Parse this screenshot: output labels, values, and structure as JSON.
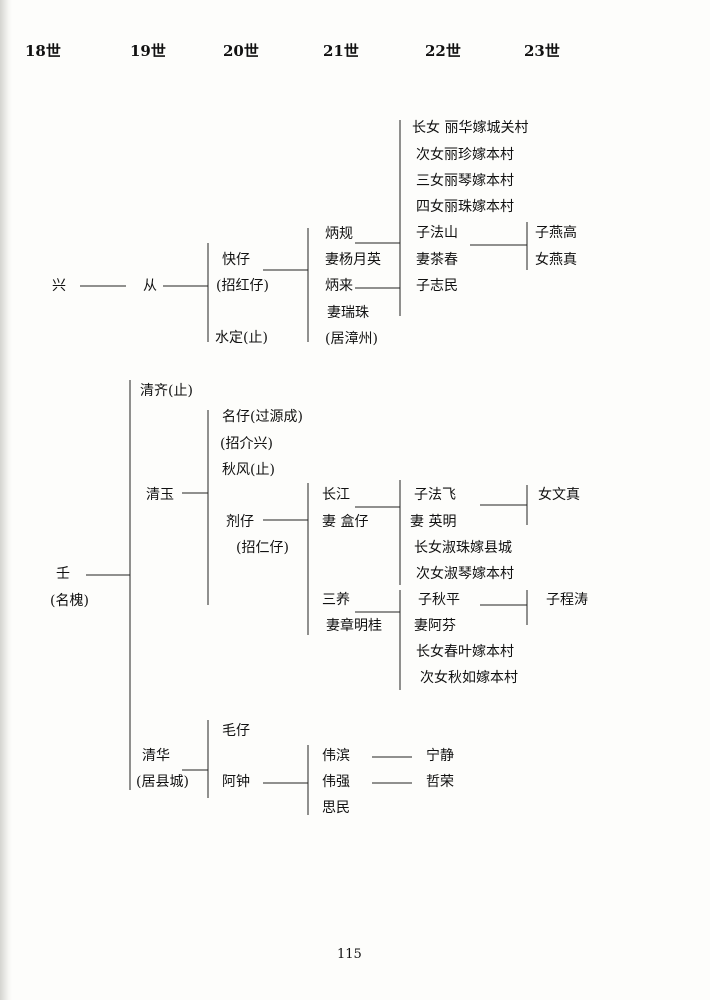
{
  "headers": [
    "18世",
    "19世",
    "20世",
    "21世",
    "22世",
    "23世"
  ],
  "tree_a": {
    "g18": "兴",
    "g19": "从",
    "g20": [
      "快仔",
      "(招红仔)",
      "水定(止)"
    ],
    "g21": [
      "炳规",
      "妻杨月英",
      "炳来",
      "妻瑞珠",
      "(居漳州)"
    ],
    "g22": [
      "长女 丽华嫁城关村",
      "次女丽珍嫁本村",
      "三女丽琴嫁本村",
      "四女丽珠嫁本村",
      "子法山",
      "妻茶春",
      "子志民"
    ],
    "g23": [
      "子燕高",
      "女燕真"
    ]
  },
  "tree_b": {
    "g18": [
      "壬",
      "(名槐)"
    ],
    "g19": [
      "清齐(止)",
      "清玉",
      "清华",
      "(居县城)"
    ],
    "g20": [
      "名仔(过源成)",
      "(招介兴)",
      "秋风(止)",
      "剂仔",
      "(招仁仔)",
      "毛仔",
      "阿钟"
    ],
    "g21": [
      "长江",
      "妻 盒仔",
      "三养",
      "妻章明桂",
      "伟滨",
      "伟强",
      "思民"
    ],
    "g22": [
      "子法飞",
      "妻 英明",
      "长女淑珠嫁县城",
      "次女淑琴嫁本村",
      "子秋平",
      "妻阿芬",
      "长女春叶嫁本村",
      "次女秋如嫁本村",
      "宁静",
      "哲荣"
    ],
    "g23": [
      "女文真",
      "子程涛"
    ]
  },
  "page_number": "115"
}
